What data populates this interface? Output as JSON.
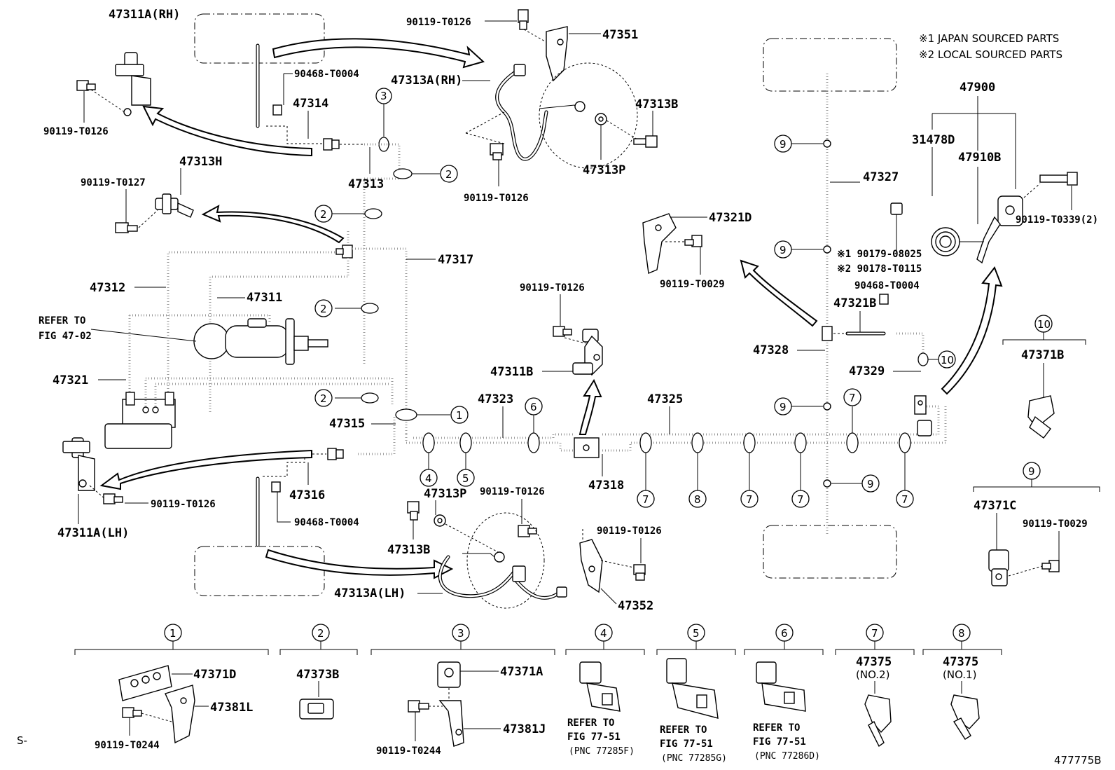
{
  "notes": [
    "※1 JAPAN SOURCED PARTS",
    "※2 LOCAL SOURCED PARTS"
  ],
  "corner_left": "S-",
  "corner_right": "477775B",
  "labels": {
    "p47311A_RH": "47311A(RH)",
    "p90119_T0126_a": "90119-T0126",
    "p90119_T0126_b": "90119-T0126",
    "p90119_T0126_c": "90119-T0126",
    "p90119_T0126_d": "90119-T0126",
    "p90119_T0126_e": "90119-T0126",
    "p90119_T0126_f": "90119-T0126",
    "p90119_T0126_g": "90119-T0126",
    "p47351": "47351",
    "p47313A_RH": "47313A(RH)",
    "p90468_T0004_a": "90468-T0004",
    "p90468_T0004_b": "90468-T0004",
    "p90468_T0004_c": "90468-T0004",
    "p47314": "47314",
    "p47313B_a": "47313B",
    "p47313B_b": "47313B",
    "p47313H": "47313H",
    "p90119_T0127": "90119-T0127",
    "p47313": "47313",
    "p47313P_a": "47313P",
    "p47313P_b": "47313P",
    "p47317": "47317",
    "p47312": "47312",
    "p47311": "47311",
    "refer_fig_47_02_a": "REFER TO",
    "refer_fig_47_02_b": "FIG 47-02",
    "p47321": "47321",
    "p47315": "47315",
    "p47323": "47323",
    "p47325": "47325",
    "p47311B": "47311B",
    "p47318": "47318",
    "p47316": "47316",
    "p47311A_LH": "47311A(LH)",
    "p47313A_LH": "47313A(LH)",
    "p47352": "47352",
    "p47327": "47327",
    "p47321D": "47321D",
    "p90119_T0029_a": "90119-T0029",
    "p90119_T0029_b": "90119-T0029",
    "p47321B": "47321B",
    "p47328": "47328",
    "p47329": "47329",
    "p47900": "47900",
    "p31478D": "31478D",
    "p47910B": "47910B",
    "p90119_T0339": "90119-T0339(2)",
    "p190179": "※1 90179-08025",
    "p290178": "※2 90178-T0115",
    "p47371B": "47371B",
    "p47371C": "47371C",
    "p47371D": "47371D",
    "p47381L": "47381L",
    "p90119_T0244_a": "90119-T0244",
    "p90119_T0244_b": "90119-T0244",
    "p47373B": "47373B",
    "p47371A": "47371A",
    "p47381J": "47381J",
    "ref4_a": "REFER TO",
    "ref4_b": "FIG 77-51",
    "ref4_c": "(PNC 77285F)",
    "ref5_a": "REFER TO",
    "ref5_b": "FIG 77-51",
    "ref5_c": "(PNC 77285G)",
    "ref6_a": "REFER TO",
    "ref6_b": "FIG 77-51",
    "ref6_c": "(PNC 77286D)",
    "p47375_7": "47375",
    "p47375_7_sub": "(NO.2)",
    "p47375_8": "47375",
    "p47375_8_sub": "(NO.1)"
  },
  "callouts": [
    "1",
    "2",
    "3",
    "4",
    "5",
    "6",
    "7",
    "8",
    "9",
    "10"
  ]
}
